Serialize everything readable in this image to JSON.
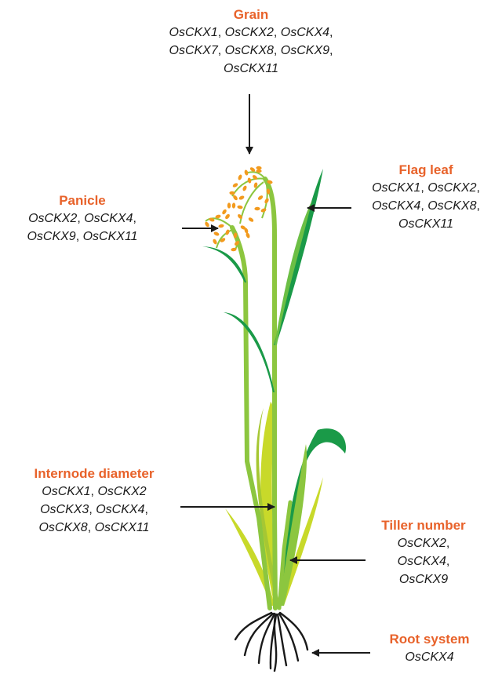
{
  "labels": {
    "grain": {
      "title": "Grain",
      "lines": [
        [
          "OsCKX1",
          "OsCKX2",
          "OsCKX4"
        ],
        [
          "OsCKX7",
          "OsCKX8",
          "OsCKX9"
        ],
        [
          "OsCKX11"
        ]
      ]
    },
    "flag_leaf": {
      "title": "Flag leaf",
      "lines": [
        [
          "OsCKX1",
          "OsCKX2"
        ],
        [
          "OsCKX4",
          "OsCKX8"
        ],
        [
          "OsCKX11"
        ]
      ]
    },
    "panicle": {
      "title": "Panicle",
      "lines": [
        [
          "OsCKX2",
          "OsCKX4"
        ],
        [
          "OsCKX9",
          "OsCKX11"
        ]
      ]
    },
    "internode_diameter": {
      "title": "Internode diameter",
      "lines": [
        [
          "OsCKX1",
          "OsCKX2"
        ],
        [
          "OsCKX3",
          "OsCKX4"
        ],
        [
          "OsCKX8",
          "OsCKX11"
        ]
      ]
    },
    "tiller_number": {
      "title": "Tiller number",
      "lines": [
        [
          "OsCKX2"
        ],
        [
          "OsCKX4"
        ],
        [
          "OsCKX9"
        ]
      ]
    },
    "root_system": {
      "title": "Root system",
      "lines": [
        [
          "OsCKX4"
        ]
      ]
    }
  },
  "colors": {
    "title": "#e8622a",
    "stem": "#8cc63f",
    "leaf_dark": "#1a9a48",
    "leaf_light": "#c8d92a",
    "grain": "#f29a1e",
    "root": "#1a1a1a",
    "arrow": "#1a1a1a"
  },
  "lines_end_with_comma": {
    "grain": [
      true,
      true,
      false
    ],
    "flag_leaf": [
      true,
      true,
      false
    ],
    "panicle": [
      true,
      false
    ],
    "internode_diameter": [
      false,
      true,
      false
    ],
    "tiller_number": [
      true,
      true,
      false
    ],
    "root_system": [
      false
    ]
  }
}
